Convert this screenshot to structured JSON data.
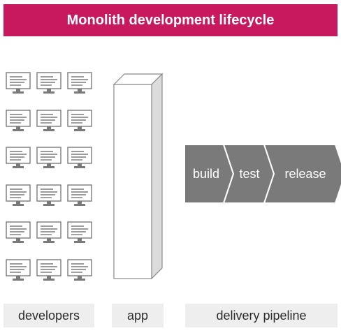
{
  "title": "Monolith development lifecycle",
  "developers": {
    "rows": 6,
    "cols": 3,
    "icon": "computer-monitor-icon",
    "label": "developers"
  },
  "app": {
    "label": "app"
  },
  "pipeline": {
    "label": "delivery pipeline",
    "stages": [
      "build",
      "test",
      "release"
    ],
    "fill_color": "#7a7a7a",
    "text_color": "#ffffff"
  },
  "colors": {
    "title_bg": "#c8185e",
    "title_text": "#ffffff",
    "label_bg": "#eeeeee",
    "monitor_stroke": "#7a7a7a"
  }
}
